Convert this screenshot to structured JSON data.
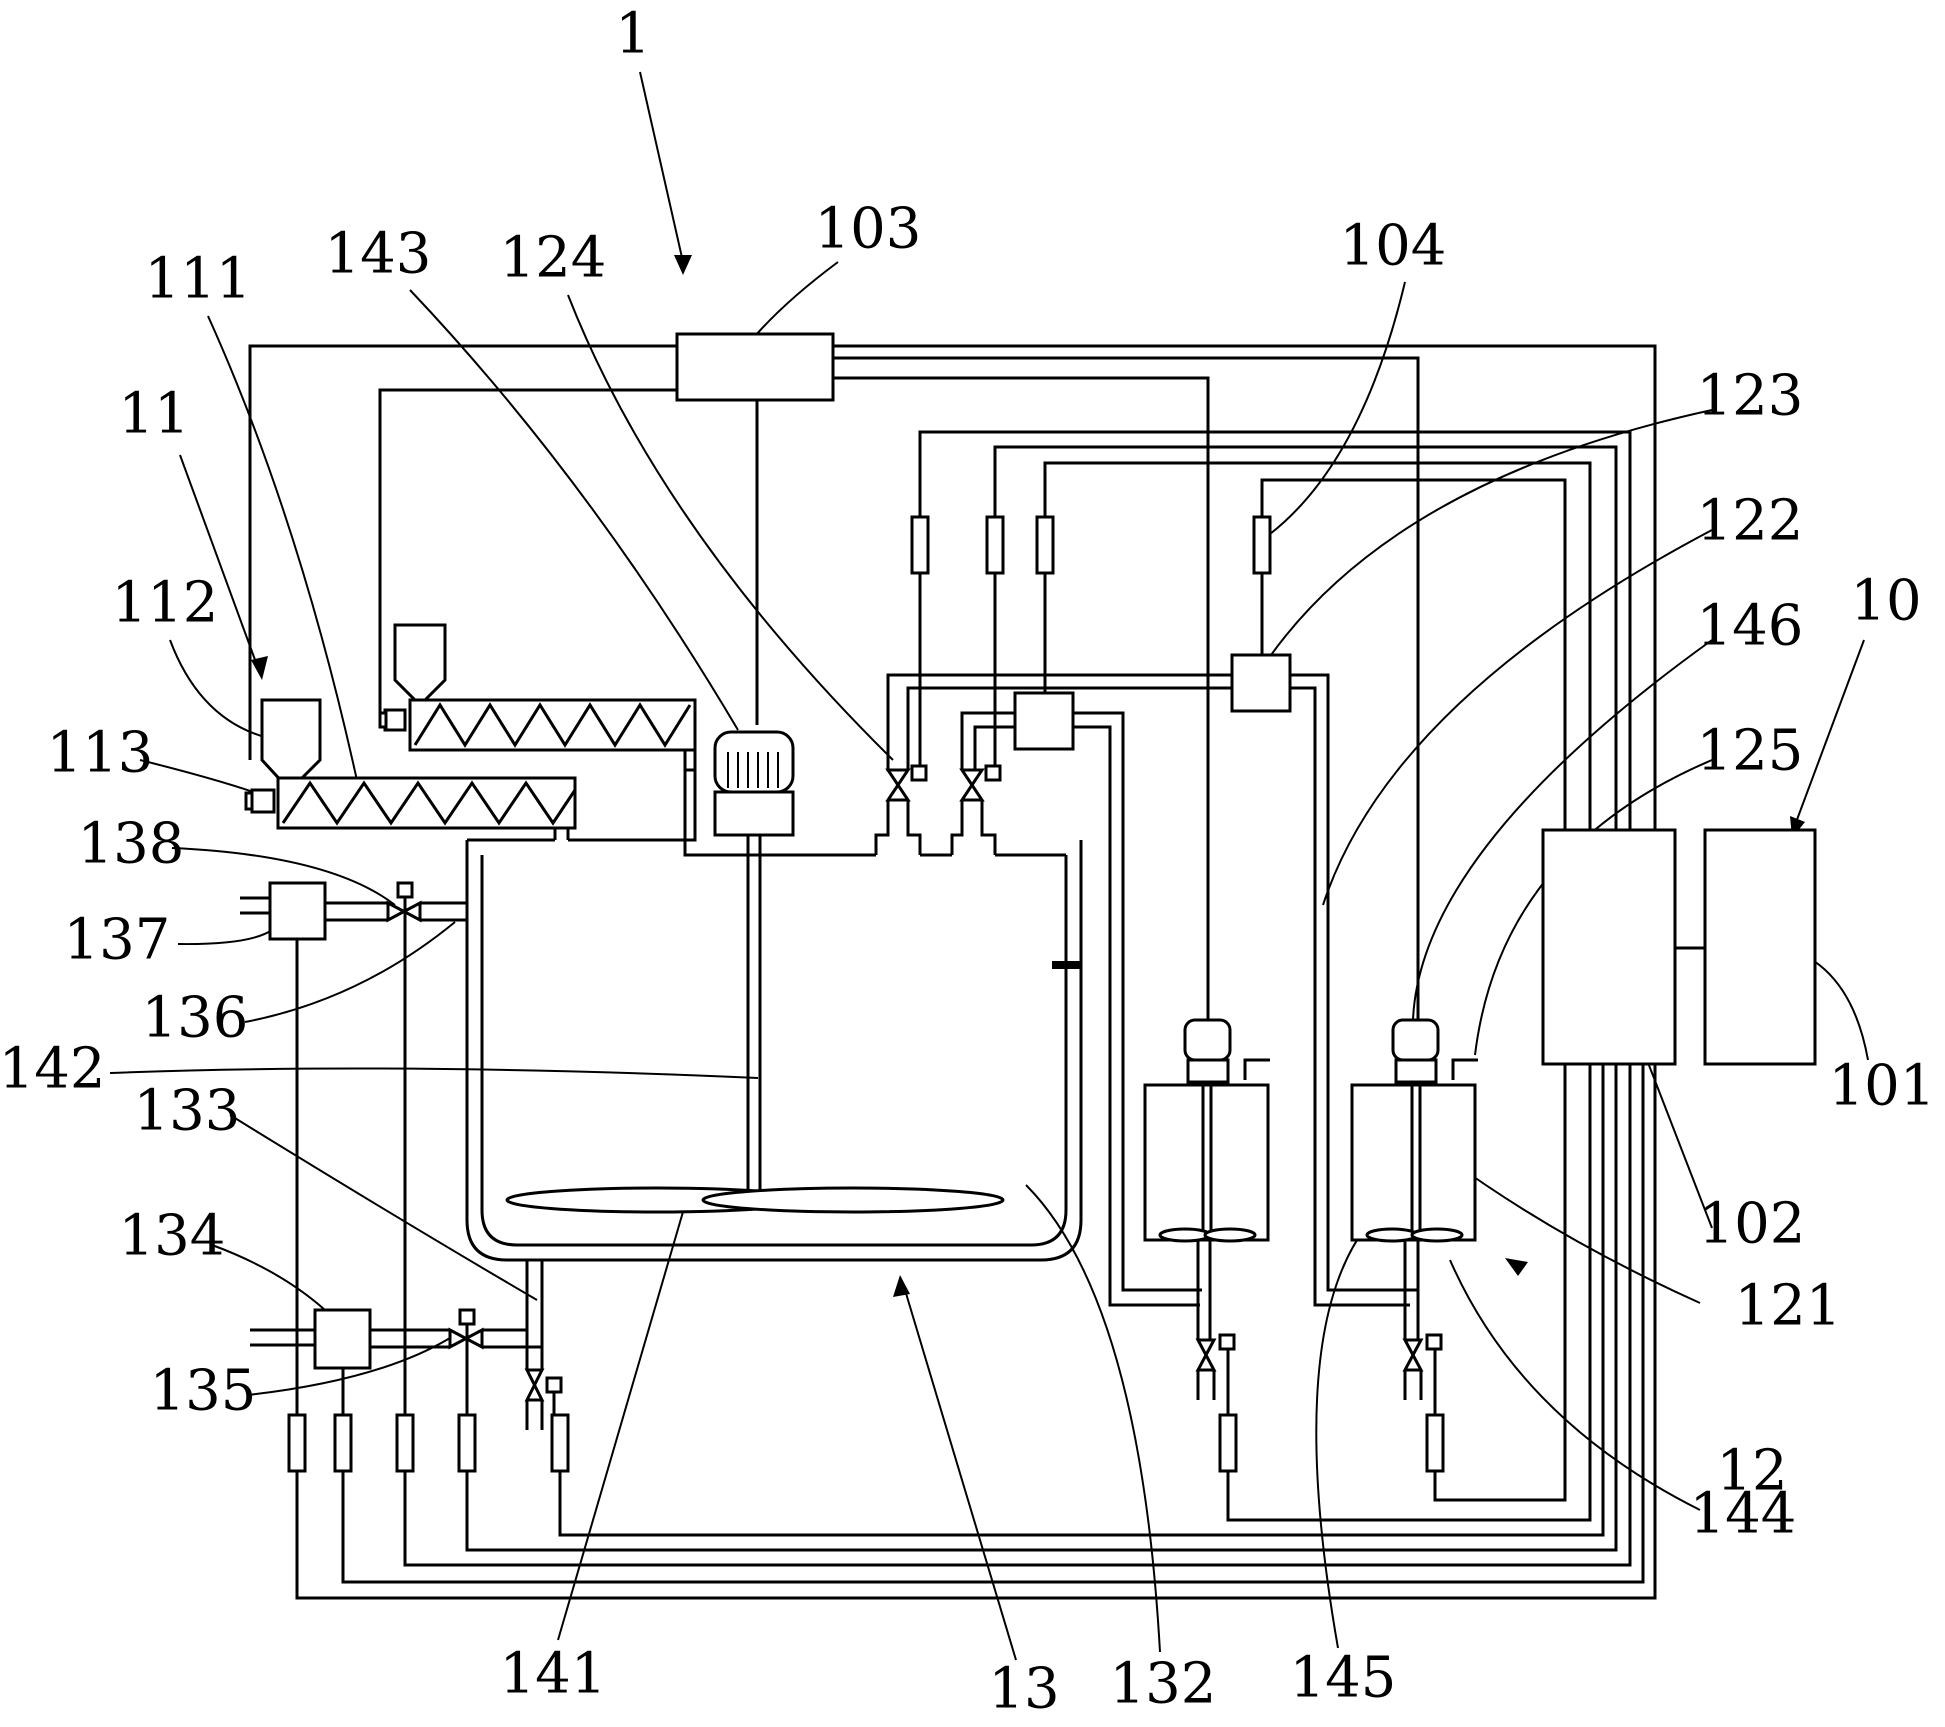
{
  "labels": [
    {
      "key": "l_1",
      "text": "1"
    },
    {
      "key": "l_103",
      "text": "103"
    },
    {
      "key": "l_104",
      "text": "104"
    },
    {
      "key": "l_143",
      "text": "143"
    },
    {
      "key": "l_124",
      "text": "124"
    },
    {
      "key": "l_111",
      "text": "111"
    },
    {
      "key": "l_11",
      "text": "11"
    },
    {
      "key": "l_112",
      "text": "112"
    },
    {
      "key": "l_113",
      "text": "113"
    },
    {
      "key": "l_138",
      "text": "138"
    },
    {
      "key": "l_137",
      "text": "137"
    },
    {
      "key": "l_136",
      "text": "136"
    },
    {
      "key": "l_142",
      "text": "142"
    },
    {
      "key": "l_133",
      "text": "133"
    },
    {
      "key": "l_134",
      "text": "134"
    },
    {
      "key": "l_135",
      "text": "135"
    },
    {
      "key": "l_141",
      "text": "141"
    },
    {
      "key": "l_13",
      "text": "13"
    },
    {
      "key": "l_132",
      "text": "132"
    },
    {
      "key": "l_145",
      "text": "145"
    },
    {
      "key": "l_144",
      "text": "144"
    },
    {
      "key": "l_12",
      "text": "12"
    },
    {
      "key": "l_121",
      "text": "121"
    },
    {
      "key": "l_102",
      "text": "102"
    },
    {
      "key": "l_101",
      "text": "101"
    },
    {
      "key": "l_10",
      "text": "10"
    },
    {
      "key": "l_125",
      "text": "125"
    },
    {
      "key": "l_146",
      "text": "146"
    },
    {
      "key": "l_122",
      "text": "122"
    },
    {
      "key": "l_123",
      "text": "123"
    }
  ]
}
